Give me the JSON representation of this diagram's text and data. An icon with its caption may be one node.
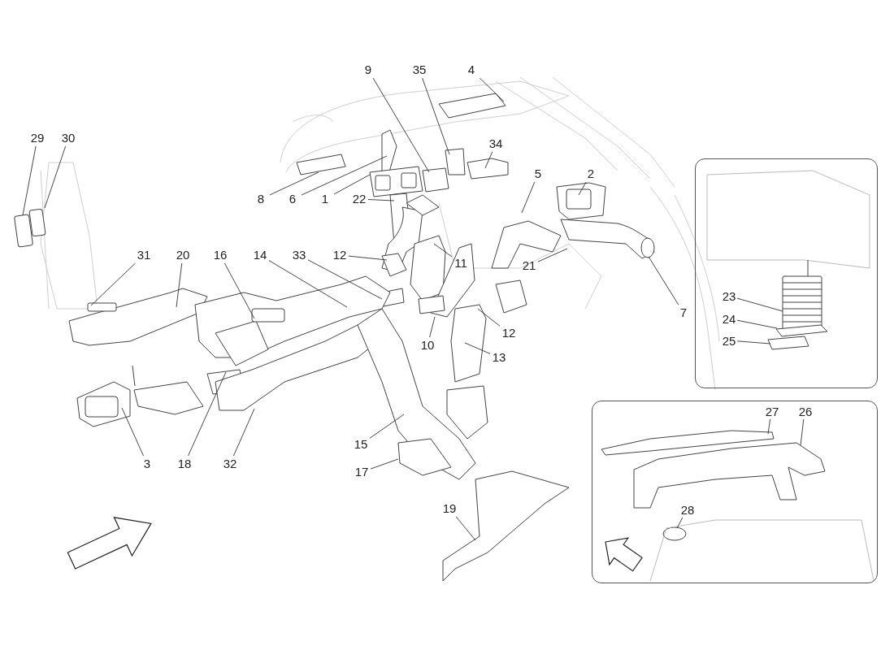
{
  "diagram": {
    "nodes": [
      {
        "text": [
          "9"
        ]
      },
      {
        "text": [
          "35"
        ]
      },
      {
        "text": [
          "4"
        ]
      },
      {
        "text": [
          "29"
        ]
      },
      {
        "text": [
          "30"
        ]
      },
      {
        "text": [
          "34"
        ]
      },
      {
        "text": [
          "5"
        ]
      },
      {
        "text": [
          "2"
        ]
      },
      {
        "text": [
          "8"
        ]
      },
      {
        "text": [
          "6"
        ]
      },
      {
        "text": [
          "1"
        ]
      },
      {
        "text": [
          "22"
        ]
      },
      {
        "text": [
          "31"
        ]
      },
      {
        "text": [
          "20"
        ]
      },
      {
        "text": [
          "16"
        ]
      },
      {
        "text": [
          "14"
        ]
      },
      {
        "text": [
          "33"
        ]
      },
      {
        "text": [
          "12"
        ]
      },
      {
        "text": [
          "11"
        ]
      },
      {
        "text": [
          "21"
        ]
      },
      {
        "text": [
          "7"
        ]
      },
      {
        "text": [],
        "shape": "box"
      },
      {
        "text": [
          "23"
        ],
        "in": 21
      },
      {
        "text": [
          "24"
        ],
        "in": 21
      },
      {
        "text": [
          "25"
        ],
        "in": 21
      },
      {
        "text": [
          "12"
        ]
      },
      {
        "text": [
          "13"
        ]
      },
      {
        "text": [
          "10"
        ]
      },
      {
        "text": [
          "15"
        ]
      },
      {
        "text": [
          "3"
        ]
      },
      {
        "text": [
          "18"
        ]
      },
      {
        "text": [
          "32"
        ]
      },
      {
        "text": [],
        "shape": "box"
      },
      {
        "text": [
          "27"
        ],
        "in": 32
      },
      {
        "text": [
          "26"
        ],
        "in": 32
      },
      {
        "text": [
          "17"
        ]
      },
      {
        "text": [
          "28"
        ],
        "in": 32
      },
      {
        "text": [
          "19"
        ]
      }
    ],
    "edges": [
      {
        "from": 0,
        "to": null,
        "arrow": "none"
      },
      {
        "from": 1,
        "to": null,
        "arrow": "none"
      },
      {
        "from": 2,
        "to": null,
        "arrow": "none"
      },
      {
        "from": 3,
        "to": null,
        "arrow": "none"
      },
      {
        "from": 4,
        "to": null,
        "arrow": "none"
      },
      {
        "from": 5,
        "to": null,
        "arrow": "none"
      },
      {
        "from": 6,
        "to": null,
        "arrow": "none"
      },
      {
        "from": 7,
        "to": null,
        "arrow": "none"
      },
      {
        "from": 8,
        "to": null,
        "arrow": "none"
      },
      {
        "from": 9,
        "to": null,
        "arrow": "none"
      },
      {
        "from": 10,
        "to": null,
        "arrow": "none"
      },
      {
        "from": 11,
        "to": null,
        "arrow": "none"
      },
      {
        "from": 12,
        "to": null,
        "arrow": "none"
      },
      {
        "from": 13,
        "to": null,
        "arrow": "none"
      },
      {
        "from": 14,
        "to": null,
        "arrow": "none"
      },
      {
        "from": 15,
        "to": null,
        "arrow": "none"
      },
      {
        "from": 16,
        "to": null,
        "arrow": "none"
      },
      {
        "from": 17,
        "to": null,
        "arrow": "none"
      },
      {
        "from": 18,
        "to": null,
        "arrow": "none"
      },
      {
        "from": 19,
        "to": null,
        "arrow": "none"
      },
      {
        "from": 20,
        "to": null,
        "arrow": "none"
      },
      {
        "from": 22,
        "to": null,
        "arrow": "none"
      },
      {
        "from": 23,
        "to": null,
        "arrow": "none"
      },
      {
        "from": 24,
        "to": null,
        "arrow": "none"
      },
      {
        "from": 25,
        "to": null,
        "arrow": "none"
      },
      {
        "from": 26,
        "to": null,
        "arrow": "none"
      },
      {
        "from": 27,
        "to": null,
        "arrow": "none"
      },
      {
        "from": 28,
        "to": null,
        "arrow": "none"
      },
      {
        "from": 29,
        "to": null,
        "arrow": "none"
      },
      {
        "from": 30,
        "to": null,
        "arrow": "none"
      },
      {
        "from": 31,
        "to": null,
        "arrow": "none"
      },
      {
        "from": 33,
        "to": null,
        "arrow": "none"
      },
      {
        "from": 34,
        "to": null,
        "arrow": "none"
      },
      {
        "from": 35,
        "to": null,
        "arrow": "none"
      },
      {
        "from": 36,
        "to": null,
        "arrow": "none"
      },
      {
        "from": 37,
        "to": null,
        "arrow": "none"
      }
    ]
  }
}
